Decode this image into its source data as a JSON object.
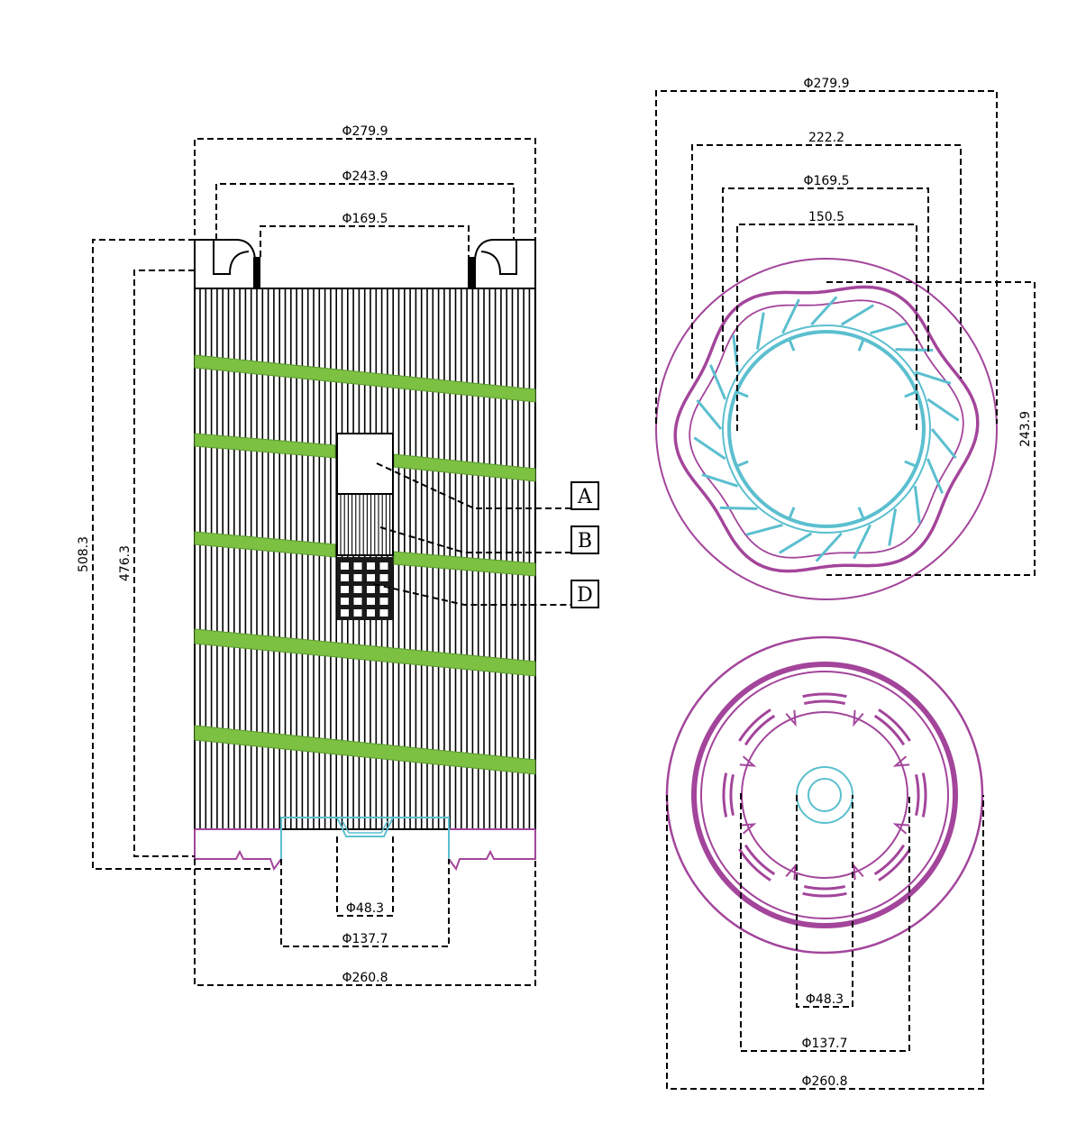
{
  "colors": {
    "outline": "#000000",
    "end_cap": "#a3459b",
    "inner_core": "#5bbfcf",
    "support_wrap": "#7dc142"
  },
  "side_view": {
    "dims": {
      "top_outer_diameter": "Φ279.9",
      "top_flange_diameter": "Φ243.9",
      "top_inner_diameter": "Φ169.5",
      "overall_height": "508.3",
      "media_height": "476.3",
      "bottom_hub_diameter": "Φ48.3",
      "bottom_opening_diameter": "Φ137.7",
      "bottom_outer_diameter": "Φ260.8"
    },
    "callouts": [
      "A",
      "B",
      "D"
    ]
  },
  "top_view": {
    "dims": {
      "outer_diameter": "Φ279.9",
      "width_222": "222.2",
      "inner_diameter": "Φ169.5",
      "width_150": "150.5",
      "height_243": "243.9"
    }
  },
  "bottom_view": {
    "dims": {
      "hub_diameter": "Φ48.3",
      "opening_diameter": "Φ137.7",
      "outer_diameter": "Φ260.8"
    }
  }
}
